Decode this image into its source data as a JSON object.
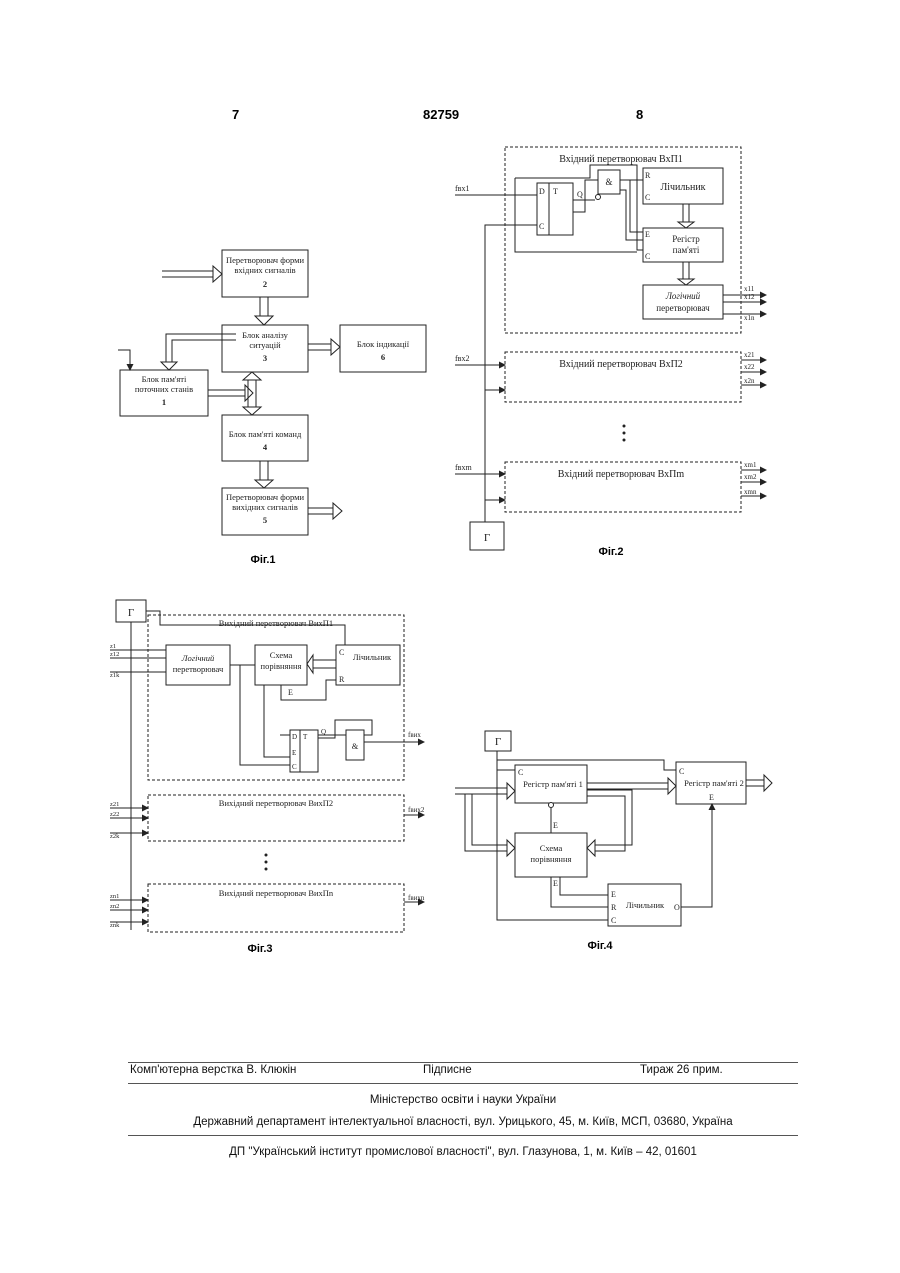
{
  "header": {
    "page_left": "7",
    "patent_number": "82759",
    "page_right": "8"
  },
  "fig1": {
    "caption": "Фіг.1",
    "block2_line1": "Перетворювач форми",
    "block2_line2": "вхідних сигналів",
    "block2_num": "2",
    "block3_line1": "Блок аналізу",
    "block3_line2": "ситуацій",
    "block3_num": "3",
    "block6_line1": "Блок індикації",
    "block6_num": "6",
    "block1_line1": "Блок пам'яті",
    "block1_line2": "поточних станів",
    "block1_num": "1",
    "block4_line1": "Блок пам'яті команд",
    "block4_num": "4",
    "block5_line1": "Перетворювач форми",
    "block5_line2": "вихідних сигналів",
    "block5_num": "5"
  },
  "fig2": {
    "caption": "Фіг.2",
    "conv1_title": "Вхідний перетворювач ВхП1",
    "conv2_title": "Вхідний перетворювач ВхП2",
    "convm_title": "Вхідний перетворювач ВхПm",
    "counter": "Лічильник",
    "register_l1": "Регістр",
    "register_l2": "пам'яті",
    "logic_l1": "Логічний",
    "logic_l2": "перетворювач",
    "and_gate": "&",
    "in1": "fвх1",
    "in2": "fвх2",
    "inm": "fвхm",
    "gen": "Г",
    "trigger_d": "D",
    "trigger_t": "T",
    "trigger_c": "C",
    "trigger_q": "Q",
    "pin_r": "R",
    "pin_c": "C",
    "pin_e": "E",
    "out11": "x11",
    "out12": "x12",
    "out1n": "x1n",
    "out21": "x21",
    "out22": "x22",
    "out2n": "x2n",
    "outm1": "xm1",
    "outm2": "xm2",
    "outmn": "xmn"
  },
  "fig3": {
    "caption": "Фіг.3",
    "gen": "Г",
    "conv1_title": "Вихідний перетворювач ВихП1",
    "conv2_title": "Вихідний перетворювач ВихП2",
    "convn_title": "Вихідний перетворювач ВихПn",
    "logic_l1": "Логічний",
    "logic_l2": "перетворювач",
    "compare_l1": "Схема",
    "compare_l2": "порівняння",
    "counter": "Лічильник",
    "and_gate": "&",
    "out1": "fвих",
    "out2": "fвих2",
    "outn": "fвихn",
    "z11": "z1",
    "z12": "z12",
    "z1k": "z1k",
    "z21": "z21",
    "z22": "z22",
    "z2k": "z2k",
    "zn1": "zn1",
    "zn2": "zn2",
    "znk": "znk",
    "pin_d": "D",
    "pin_t": "T",
    "pin_e": "E",
    "pin_c": "C",
    "pin_r": "R",
    "pin_q": "Q"
  },
  "fig4": {
    "caption": "Фіг.4",
    "gen": "Г",
    "reg1": "Регістр пам'яті 1",
    "reg2": "Регістр пам'яті 2",
    "compare_l1": "Схема",
    "compare_l2": "порівняння",
    "counter": "Лічильник",
    "pin_c": "C",
    "pin_e": "E",
    "pin_r": "R",
    "pin_q": "O"
  },
  "footer": {
    "layout": "Комп'ютерна верстка В. Клюкін",
    "subscribed": "Підписне",
    "circulation": "Тираж 26 прим.",
    "ministry": "Міністерство освіти і науки України",
    "department": "Державний департамент інтелектуальної власності, вул. Урицького, 45, м. Київ, МСП, 03680, Україна",
    "institute": "ДП \"Український інститут промислової власності\", вул. Глазунова, 1, м. Київ – 42, 01601"
  }
}
